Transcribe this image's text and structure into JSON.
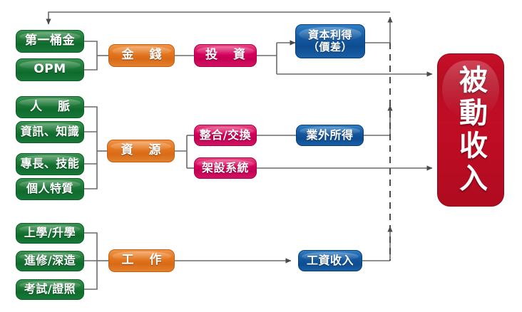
{
  "diagram": {
    "title": "被動收入 flow chart",
    "colors": {
      "green": "#0f6b2c",
      "orange": "#d96a17",
      "pink": "#c40051",
      "blue": "#0d4c91",
      "red": "#c8102a",
      "wire": "#5a5a5a"
    },
    "goal": {
      "label": "被動收入"
    },
    "branches": [
      {
        "name": "money",
        "hub": "金 錢",
        "sources": [
          "第一桶金",
          "OPM"
        ],
        "actions": [
          "投 資"
        ],
        "outcomes": [
          "資本利得",
          "（價差）"
        ]
      },
      {
        "name": "resources",
        "hub": "資 源",
        "sources": [
          "人 脈",
          "資訊、知識",
          "專長、技能",
          "個人特質"
        ],
        "actions": [
          "整合/交換",
          "架設系統"
        ],
        "outcomes": [
          "業外所得"
        ]
      },
      {
        "name": "work",
        "hub": "工 作",
        "sources": [
          "上學/升學",
          "進修/深造",
          "考試/證照"
        ],
        "actions": [],
        "outcomes": [
          "工資收入"
        ]
      }
    ],
    "nodes": {
      "seed_capital": "第一桶金",
      "opm": "OPM",
      "money": "金 錢",
      "invest": "投 資",
      "capital_gain_l1": "資本利得",
      "capital_gain_l2": "（價差）",
      "connections": "人 脈",
      "info_knowledge": "資訊、知識",
      "expertise_skill": "專長、技能",
      "personal_traits": "個人特質",
      "resources": "資 源",
      "integrate_exchange": "整合/交換",
      "build_system": "架設系統",
      "non_operating_income": "業外所得",
      "schooling": "上學/升學",
      "further_study": "進修/深造",
      "exam_license": "考試/證照",
      "work": "工 作",
      "wage_income": "工資收入",
      "passive_income": "被動收入"
    }
  }
}
